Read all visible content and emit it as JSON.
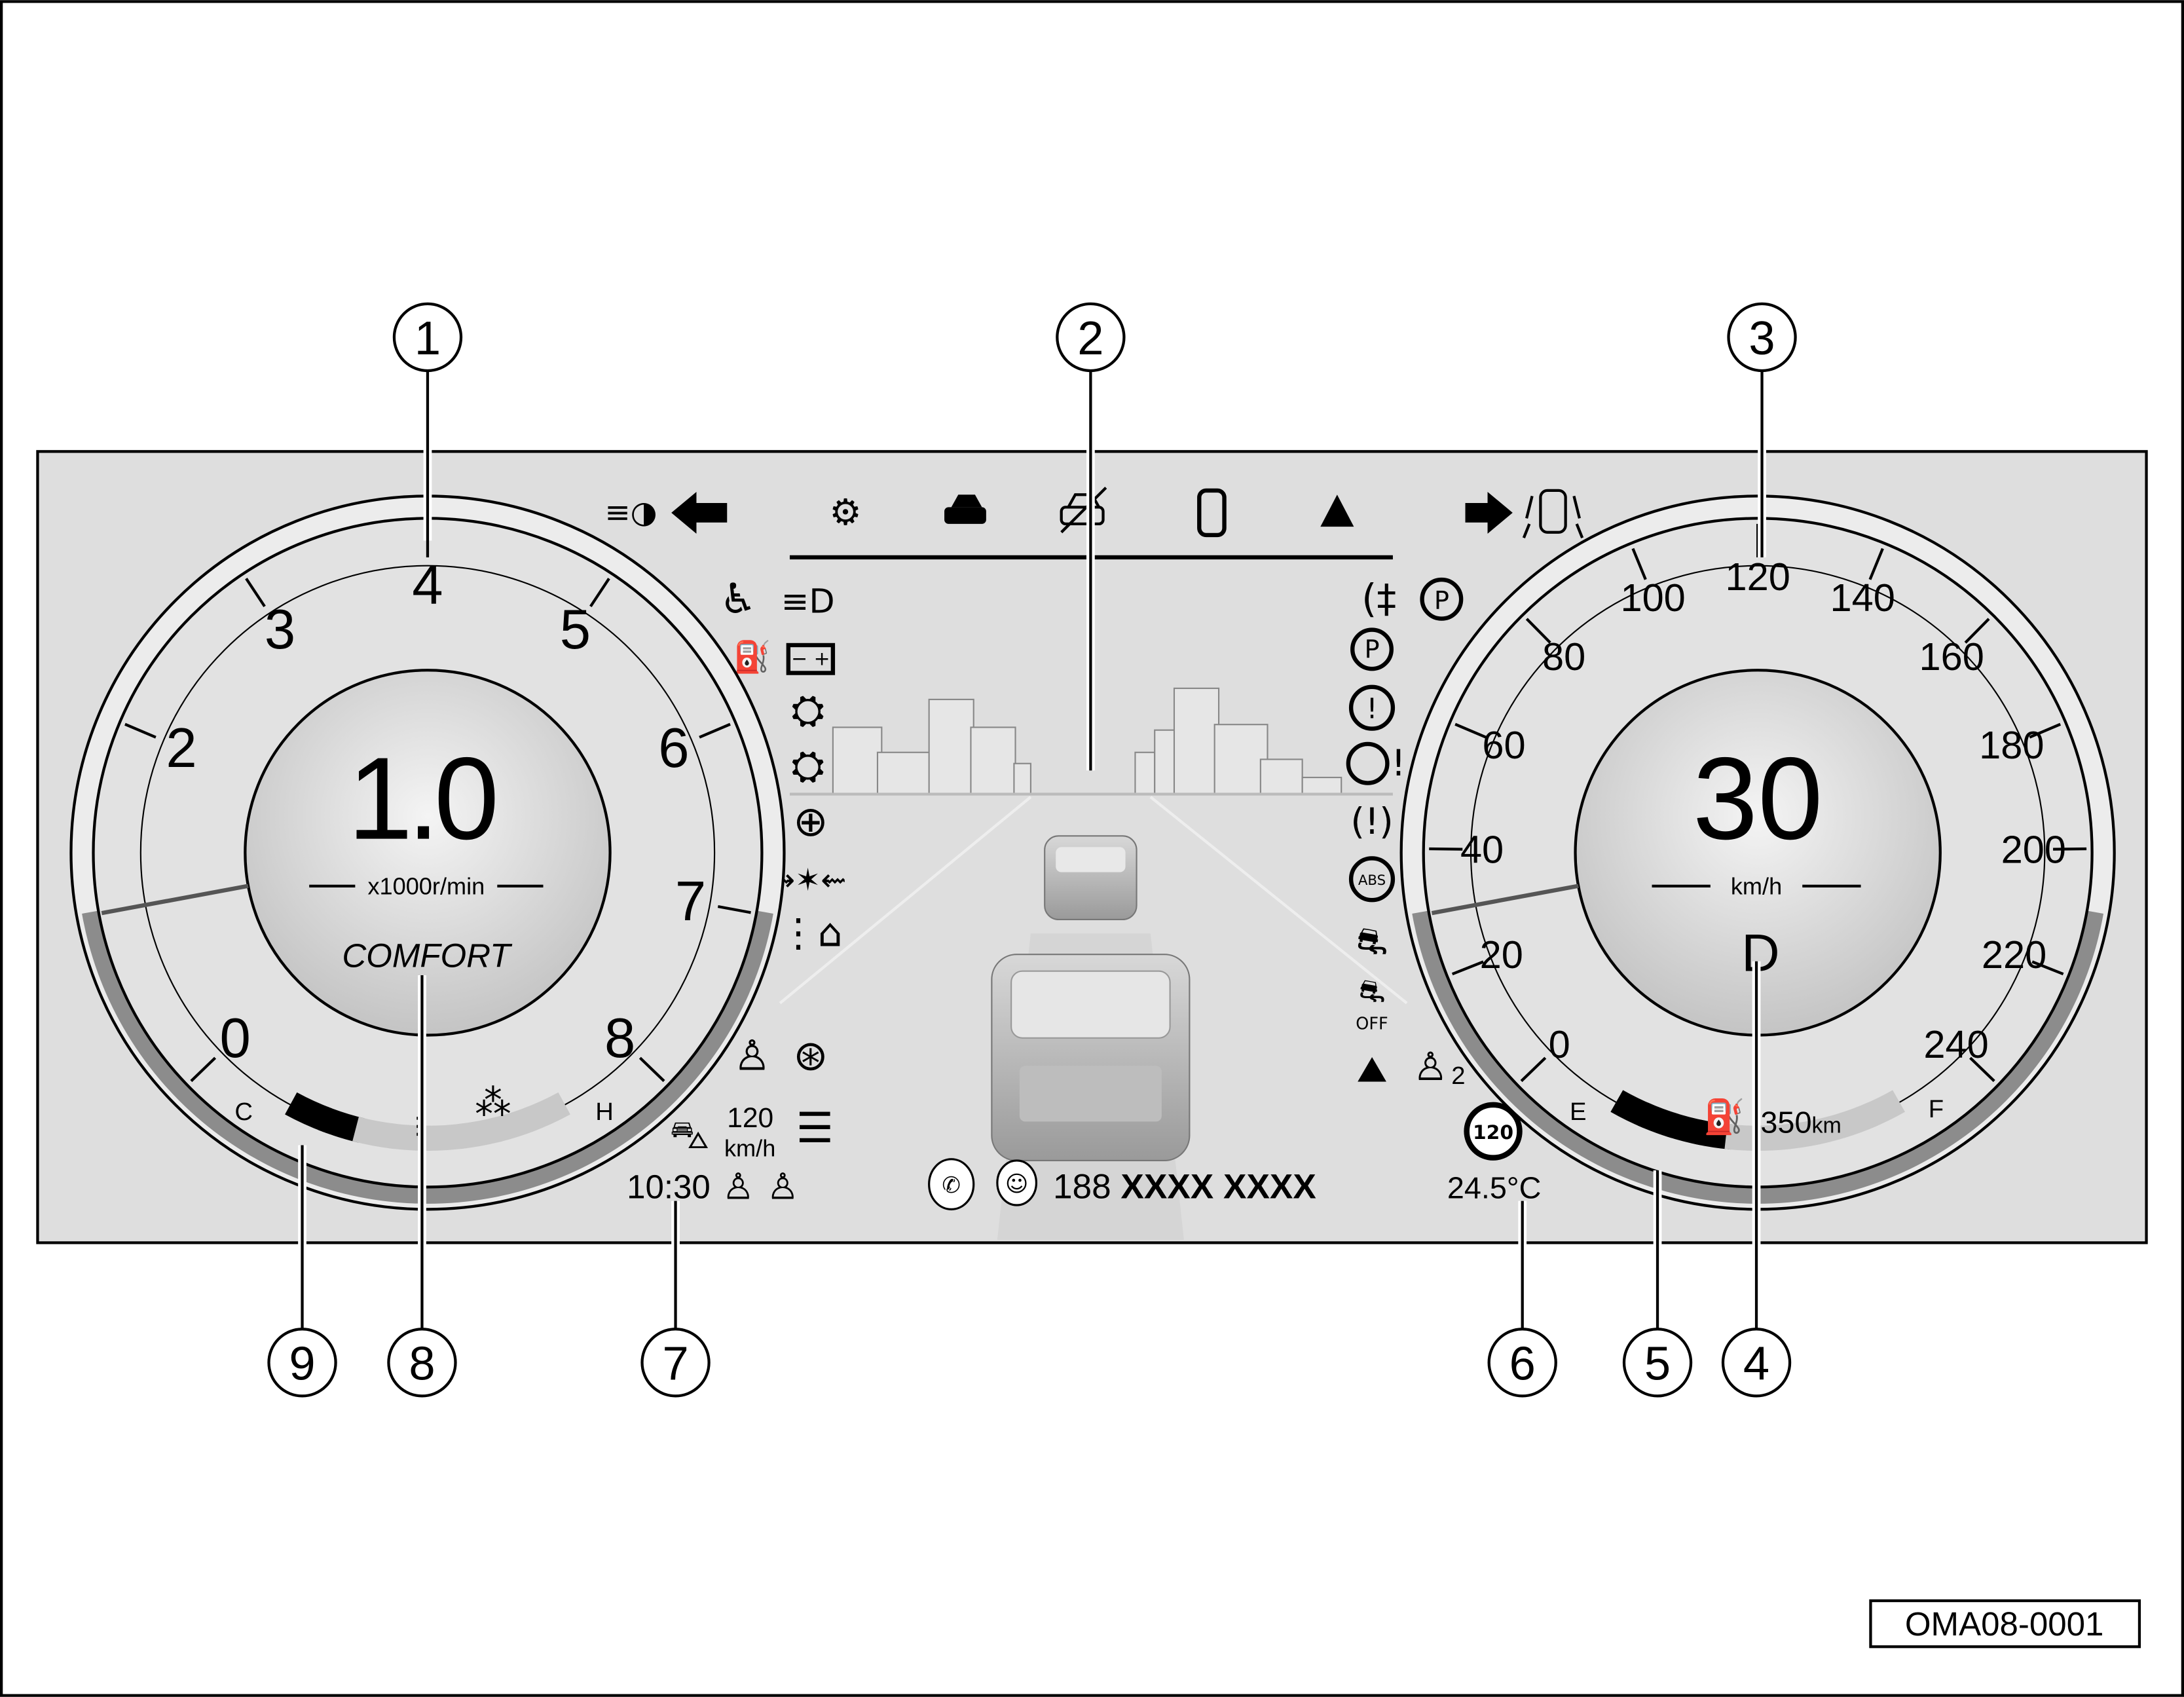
{
  "figure_id": "OMA08-0001",
  "callouts": [
    "1",
    "2",
    "3",
    "4",
    "5",
    "6",
    "7",
    "8",
    "9"
  ],
  "tachometer": {
    "tick_labels": [
      "0",
      "2",
      "3",
      "4",
      "5",
      "6",
      "7",
      "8"
    ],
    "tick_values": [
      0,
      2,
      3,
      4,
      5,
      6,
      7,
      8
    ],
    "needle_value": 1.0,
    "reading": "1.0",
    "unit": "x1000r/min",
    "drive_mode": "COMFORT",
    "coolant_temp": {
      "cold_label": "C",
      "hot_label": "H",
      "filled_segments": 2,
      "total_segments": 8
    }
  },
  "speedometer": {
    "tick_labels": [
      "0",
      "20",
      "40",
      "60",
      "80",
      "100",
      "120",
      "140",
      "160",
      "180",
      "200",
      "220",
      "240"
    ],
    "needle_value": 30,
    "reading": "30",
    "unit": "km/h",
    "gear": "D",
    "fuel": {
      "empty_label": "E",
      "full_label": "F",
      "range": "350",
      "range_unit": "km",
      "filled_segments": 4,
      "total_segments": 10
    }
  },
  "center": {
    "cruise_speed": "120",
    "cruise_unit": "km/h",
    "clock": "10:30",
    "phone_prefix": "188",
    "phone_masked": "XXXX XXXX",
    "speed_limit": "120",
    "outside_temp": "24.5°C",
    "rear_seatbelt_row": "2",
    "abs_label": "ABS",
    "off_label": "OFF",
    "park_label": "P"
  },
  "colors": {
    "panel": "#dedede",
    "segment_on": "#000000",
    "segment_off": "#c8c8c8",
    "ring": "#8c8c8c"
  }
}
